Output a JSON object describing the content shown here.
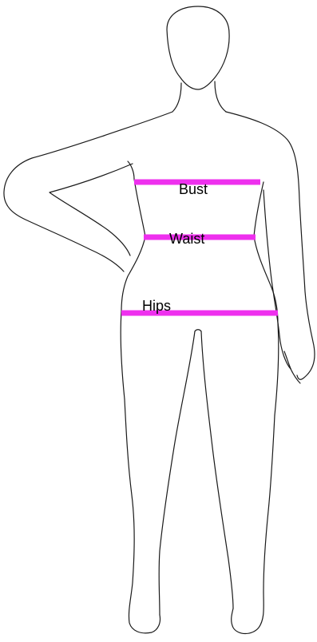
{
  "colors": {
    "outline": "#1a1a1a",
    "measure_line": "#ee30ee",
    "background": "#ffffff"
  },
  "measurements": {
    "bust": {
      "label": "Bust"
    },
    "waist": {
      "label": "Waist"
    },
    "hips": {
      "label": "Hips"
    }
  }
}
